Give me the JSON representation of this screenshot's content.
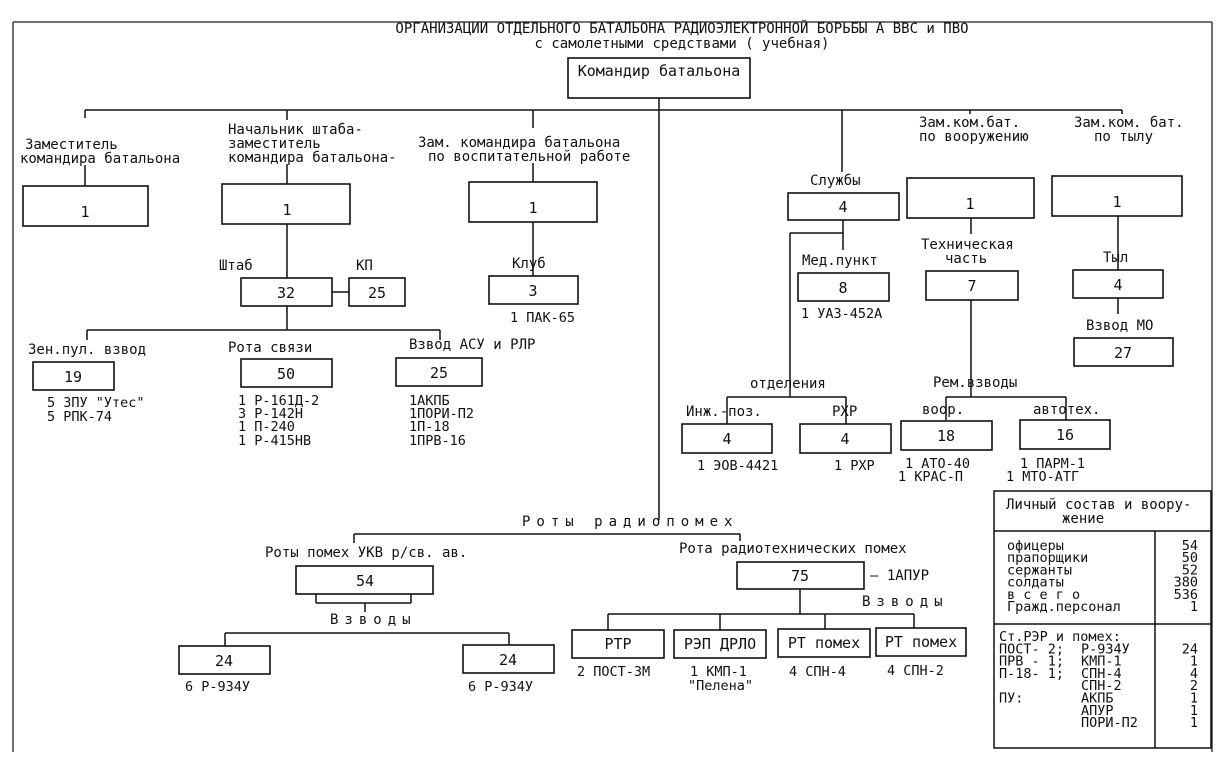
{
  "title": {
    "line1": "ОРГАНИЗАЦИИ ОТДЕЛЬНОГО БАТАЛЬОНА РАДИОЭЛЕКТРОННОЙ БОРЬБЫ А ВВС и ПВО",
    "line2": "с самолетными средствами ( учебная)"
  },
  "commander": {
    "label": "Командир  батальона"
  },
  "deputy": {
    "label1": "Заместитель",
    "label2": "командира батальона",
    "value": "1"
  },
  "chief_staff": {
    "label1": "Начальник штаба-",
    "label2": "заместитель",
    "label3": "командира батальона-",
    "value": "1",
    "shtab_label": "Штаб",
    "shtab_value": "32",
    "kp_label": "КП",
    "kp_value": "25"
  },
  "political": {
    "label1": "Зам. командира батальона",
    "label2": "по воспитательной работе",
    "value": "1",
    "club_label": "Клуб",
    "club_value": "3",
    "club_equip": "1 ПАК-65"
  },
  "aa_platoon": {
    "label": "Зен.пул. взвод",
    "value": "19",
    "equip1": "5 ЗПУ \"Утес\"",
    "equip2": "5 РПК-74"
  },
  "signal_company": {
    "label": "Рота связи",
    "value": "50",
    "equip1": "1 Р-161Д-2",
    "equip2": "3 Р-142Н",
    "equip3": "1 П-240",
    "equip4": "1 Р-415НВ"
  },
  "asu_platoon": {
    "label": "Взвод АСУ и РЛР",
    "value": "25",
    "equip1": "1АКПБ",
    "equip2": "1ПОРИ-П2",
    "equip3": "1П-18",
    "equip4": "1ПРВ-16"
  },
  "services": {
    "label": "Службы",
    "value": "4",
    "med_label": "Мед.пункт",
    "med_value": "8",
    "med_equip": "1 УАЗ-452А",
    "sections_label": "отделения",
    "eng_label": "Инж.-поз.",
    "eng_value": "4",
    "eng_equip": "1 ЭОВ-4421",
    "rhr_label": "РХР",
    "rhr_value": "4",
    "rhr_equip": "1 РХР"
  },
  "armament": {
    "label1": "Зам.ком.бат.",
    "label2": "по вооружению",
    "value": "1",
    "tech_label1": "Техническая",
    "tech_label2": "часть",
    "tech_value": "7",
    "rem_label": "Рем.взводы",
    "voor_label": "воор.",
    "voor_value": "18",
    "voor_equip1": "1 АТО-40",
    "voor_equip2": "1 КРАС-П",
    "auto_label": "автотех.",
    "auto_value": "16",
    "auto_equip1": "1  ПАРМ-1",
    "auto_equip2": "1  МТО-АТГ"
  },
  "rear": {
    "label1": "Зам.ком. бат.",
    "label2": "по тылу",
    "value": "1",
    "tyl_label": "Тыл",
    "tyl_value": "4",
    "mo_label": "Взвод МО",
    "mo_value": "27"
  },
  "jamming": {
    "label": "Роты радиопомех",
    "ukv_label": "Роты помех  УКВ р/св. ав.",
    "ukv_value": "54",
    "ukv_platoons": "Взводы",
    "ukv_left_value": "24",
    "ukv_left_equip": "6 Р-934У",
    "ukv_right_value": "24",
    "ukv_right_equip": "6 Р-934У",
    "rt_label": "Рота радиотехнических помех",
    "rt_value": "75",
    "rt_note": "– 1АПУР",
    "rt_platoons": "Взводы",
    "rtr_label": "РТР",
    "rtr_equip": "2 ПОСТ-3М",
    "drlo_label": "РЭП ДРЛО",
    "drlo_equip1": "1 КМП-1",
    "drlo_equip2": "\"Пелена\"",
    "rt1_label": "РТ помех",
    "rt1_equip": "4 СПН-4",
    "rt2_label": "РТ помех",
    "rt2_equip": "4 СПН-2"
  },
  "summary": {
    "title1": "Личный состав и воору-",
    "title2": "жение",
    "personnel": [
      {
        "label": "офицеры",
        "value": "54"
      },
      {
        "label": "прапорщики",
        "value": "50"
      },
      {
        "label": "сержанты",
        "value": "52"
      },
      {
        "label": "солдаты",
        "value": "380"
      },
      {
        "label": "в  с е г о",
        "value": "536"
      },
      {
        "label": "Гражд.персонал",
        "value": "1"
      }
    ],
    "equipment": [
      {
        "left": "Ст.РЭР и помех:",
        "mid": "",
        "value": ""
      },
      {
        "left": "ПОСТ- 2;",
        "mid": "Р-934У",
        "value": "24"
      },
      {
        "left": "ПРВ - 1;",
        "mid": "КМП-1",
        "value": "1"
      },
      {
        "left": "П-18- 1;",
        "mid": "СПН-4",
        "value": "4"
      },
      {
        "left": "",
        "mid": "СПН-2",
        "value": "2"
      },
      {
        "left": "ПУ:",
        "mid": "АКПБ",
        "value": "1"
      },
      {
        "left": "",
        "mid": "АПУР",
        "value": "1"
      },
      {
        "left": "",
        "mid": "ПОРИ-П2",
        "value": "1"
      }
    ]
  }
}
